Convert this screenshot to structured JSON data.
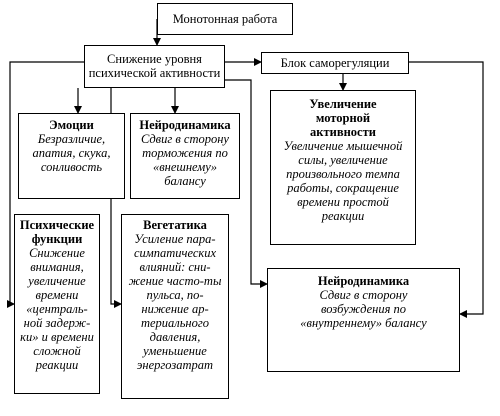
{
  "diagram": {
    "top": {
      "title": "Монотонная работа"
    },
    "activity": {
      "title": "Снижение уровня психической активности"
    },
    "selfreg": {
      "title": "Блок саморегуляции"
    },
    "emotions": {
      "title": "Эмоции",
      "body": "Безразличие, апатия, скука, сонливость"
    },
    "neuro1": {
      "title": "Нейродинамика",
      "body": "Сдвиг в сторону торможения по «внешнему» балансу"
    },
    "motor": {
      "title": "Увеличение моторной активности",
      "body": "Увеличение мышечной силы, увеличение произвольного темпа работы, сокращение времени простой реакции"
    },
    "psych": {
      "title": "Психические функции",
      "body": "Снижение внимания, увеличение времени «централь-ной задерж-ки» и времени сложной реакции"
    },
    "veget": {
      "title": "Вегетатика",
      "body": "Усиление пара-симпатических влияний: сни-жение часто-ты пульса, по-нижение ар-териального давления, уменьшение энергозатрат"
    },
    "neuro2": {
      "title": "Нейродинамика",
      "body": "Сдвиг в сторону возбуждения по «внутреннему» балансу"
    }
  }
}
